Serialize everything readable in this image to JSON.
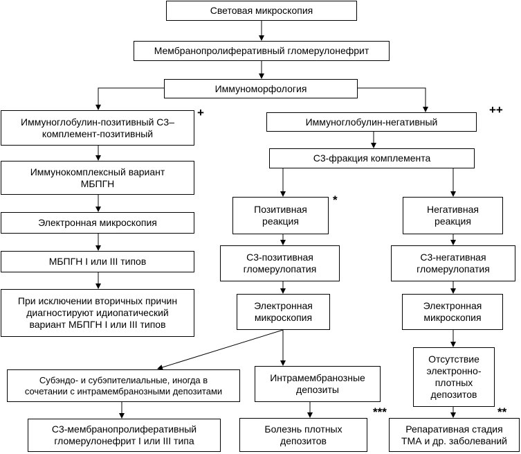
{
  "nodes": {
    "light_microscopy": "Световая микроскопия",
    "mpgn": "Мембранопролиферативный гломерулонефрит",
    "immunomorphology": "Иммуноморфология",
    "ig_positive": "Иммуноглобулин-позитивный С3–\nкомплемент-позитивный",
    "immune_complex_variant": "Иммунокомплексный вариант\nМБПГН",
    "electron_microscopy_left": "Электронная микроскопия",
    "mbpgn_types": "МБПГН I или III типов",
    "idiopathic_variant": "При исключении вторичных причин\nдиагностируют идиопатический\nвариант МБПГН I или III типов",
    "ig_negative": "Иммуноглобулин-негативный",
    "c3_fraction": "С3-фракция комплемента",
    "positive_reaction": "Позитивная\nреакция",
    "negative_reaction": "Негативная\nреакция",
    "c3_positive_glomerulopathy": "С3-позитивная\nгломерулопатия",
    "c3_negative_glomerulopathy": "С3-негативная\nгломерулопатия",
    "electron_microscopy_mid": "Электронная\nмикроскопия",
    "electron_microscopy_right": "Электронная\nмикроскопия",
    "subendo_subepithelial": "Субэндо- и субэпителиальные, иногда в\nсочетании с интрамембранозными депозитами",
    "intramembranous": "Интрамембранозные\nдепозиты",
    "no_deposits": "Отсутствие\nэлектронно-\nплотных\nдепозитов",
    "c3_mpgn": "С3-мембранопролиферативный\nгломерулонефрит I или III типа",
    "dense_deposit_disease": "Болезнь плотных\nдепозитов",
    "reparative_stage": "Репаративная стадия\nТМА и др. заболеваний"
  },
  "marks": {
    "plus": "+",
    "double_plus": "++",
    "asterisk": "*",
    "triple_asterisk": "***",
    "double_asterisk": "**"
  }
}
